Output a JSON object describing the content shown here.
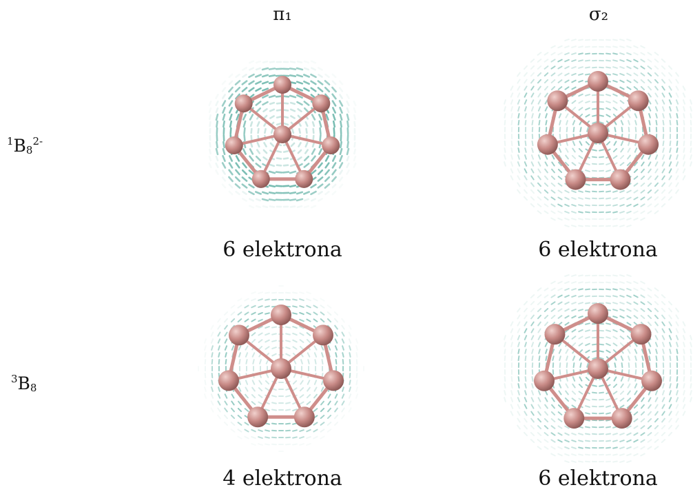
{
  "columns": {
    "left": "π₁",
    "right": "σ₂"
  },
  "rows": [
    {
      "label_prefix": "1",
      "label_base": "B",
      "label_sub": "8",
      "label_sup": "2-"
    },
    {
      "label_prefix": "3",
      "label_base": "B",
      "label_sub": "8",
      "label_sup": ""
    }
  ],
  "counts": {
    "r1_left": "6 elektrona",
    "r1_right": "6 elektrona",
    "r2_left": "4 elektrona",
    "r2_right": "6 elektrona"
  },
  "colors": {
    "vector": "#6fb8ad",
    "atom": "#c88a86",
    "atom_highlight": "#f1d1cd",
    "bond": "#cf8e8b"
  }
}
